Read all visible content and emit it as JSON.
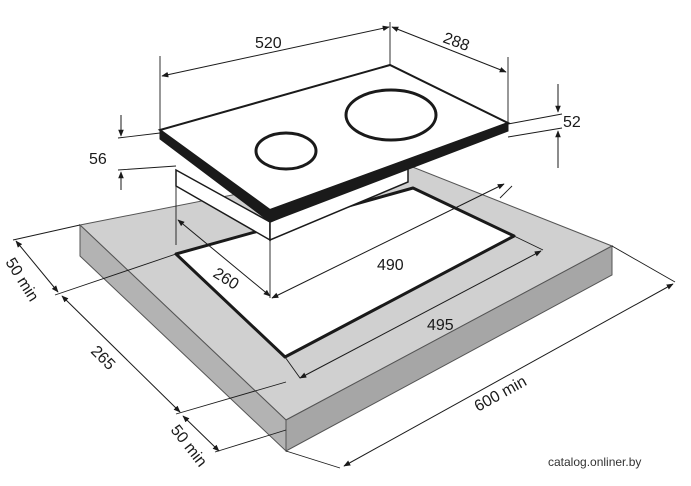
{
  "dimensions": {
    "width": "520",
    "depth": "288",
    "thickness_total": "56",
    "thickness_glass": "52",
    "cutout_depth": "260",
    "cutout_width": "490",
    "inner_width": "495",
    "front_margin": "50 min",
    "worktop_depth": "265",
    "back_margin": "50 min",
    "worktop_width": "600 min"
  },
  "watermark": "catalog.onliner.by",
  "colors": {
    "worktop_top": "#d0d0d0",
    "worktop_front": "#b3b3b3",
    "worktop_side": "#a6a6a6",
    "glass": "#ffffff",
    "hob_body": "#ffffff",
    "line": "#1a1a1a"
  }
}
